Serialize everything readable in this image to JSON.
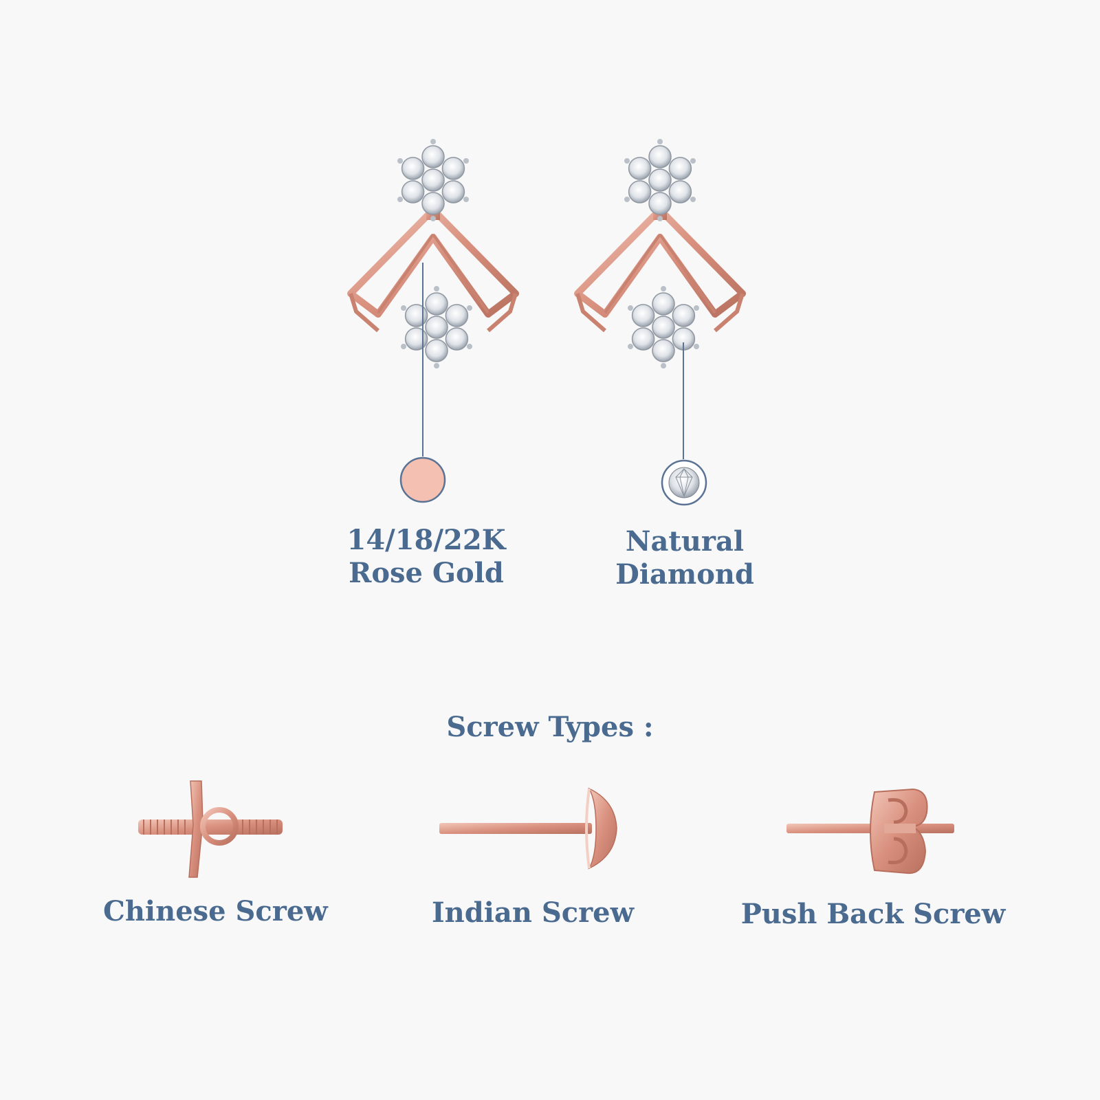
{
  "specs": {
    "metal": {
      "line1": "14/18/22K",
      "line2": "Rose Gold",
      "swatch_color": "#f4c0b2",
      "icon": "rose-gold-swatch-icon"
    },
    "stone": {
      "line1": "Natural",
      "line2": "Diamond",
      "icon": "diamond-swatch-icon"
    }
  },
  "screw_section": {
    "heading": "Screw Types :",
    "types": [
      {
        "label": "Chinese Screw",
        "icon": "chinese-screw-icon"
      },
      {
        "label": "Indian Screw",
        "icon": "indian-screw-icon"
      },
      {
        "label": "Push Back Screw",
        "icon": "push-back-screw-icon"
      }
    ]
  },
  "colors": {
    "text": "#4a6a8f",
    "leader_line": "#5a7294",
    "rose_gold": "#d9988a",
    "background": "#f8f8f8"
  }
}
